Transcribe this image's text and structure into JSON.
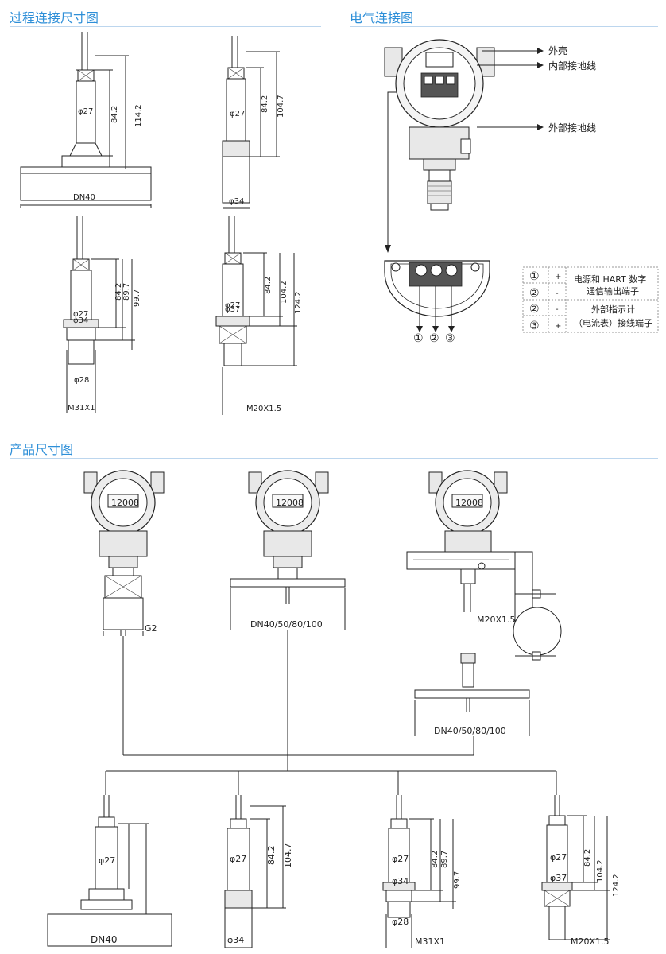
{
  "headers": {
    "process": "过程连接尺寸图",
    "electrical": "电气连接图",
    "product": "产品尺寸图"
  },
  "dims": {
    "d27": "φ27",
    "d34": "φ34",
    "d37": "φ37",
    "d28": "φ28",
    "v842": "84.2",
    "v1142": "114.2",
    "v1047": "104.7",
    "v897": "89.7",
    "v997": "99.7",
    "v1042": "104.2",
    "v1242": "124.2",
    "dn40": "DN40",
    "m31": "M31X1",
    "m20": "M20X1.5",
    "g2": "G2",
    "dnmulti": "DN40/50/80/100"
  },
  "electrical": {
    "shell": "外壳",
    "inner_ground": "内部接地线",
    "outer_ground": "外部接地线",
    "terminals": [
      "①",
      "②",
      "③"
    ],
    "table": [
      {
        "num": "①",
        "sign": "+",
        "desc1": "电源和 HART 数字",
        "desc2": "通信输出端子"
      },
      {
        "num": "②",
        "sign": "-",
        "desc1": "",
        "desc2": ""
      },
      {
        "num": "②",
        "sign": "-",
        "desc1": "外部指示计",
        "desc2": "（电流表）接线端子"
      },
      {
        "num": "③",
        "sign": "+",
        "desc1": "",
        "desc2": ""
      }
    ]
  },
  "lcd": "12008"
}
